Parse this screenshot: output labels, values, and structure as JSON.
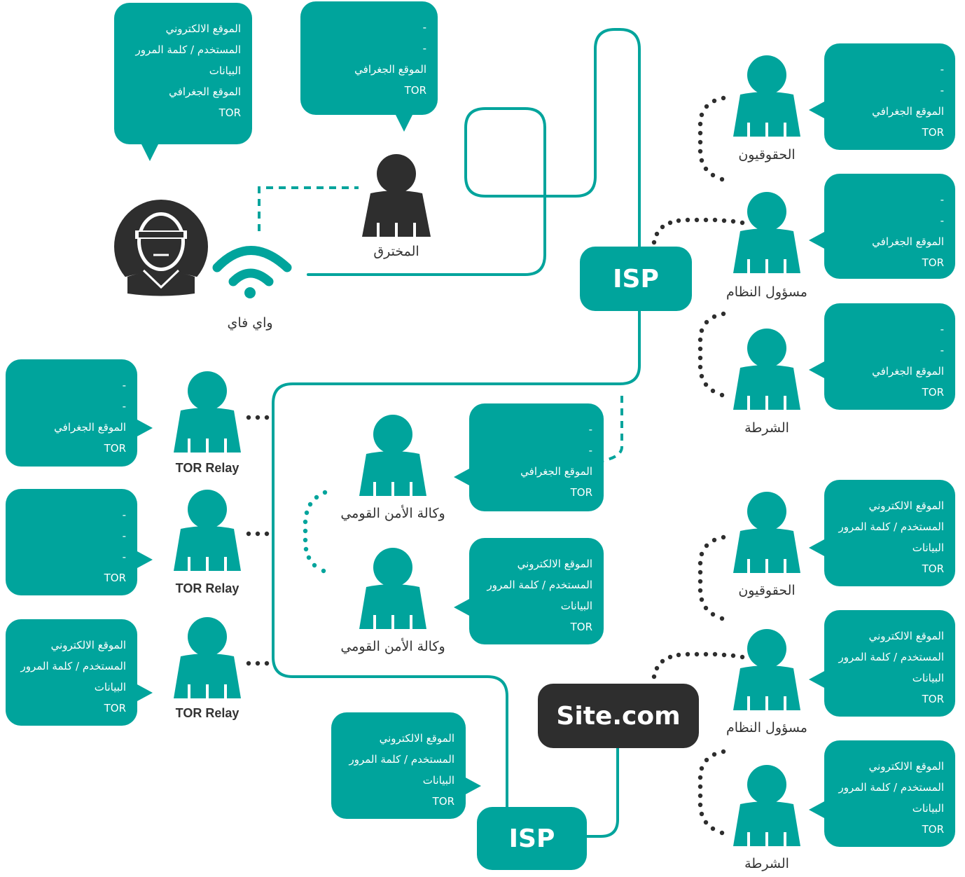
{
  "colors": {
    "teal": "#00a49c",
    "dark": "#2e2e2e",
    "text": "#333333"
  },
  "nodes": {
    "isp_top": "ISP",
    "isp_bottom": "ISP",
    "site": "Site.com"
  },
  "labels": {
    "wifi": "واي فاي",
    "hacker": "المخترق",
    "activists": "الحقوقيون",
    "sysadmin": "مسؤول النظام",
    "police": "الشرطة",
    "nsa": "وكالة الأمن القومي",
    "tor_relay": "TOR Relay"
  },
  "bubbles": {
    "top_left_full": [
      "الموقع الالكتروني",
      "المستخدم / كلمة المرور",
      "البيانات",
      "الموقع الجغرافي",
      "TOR"
    ],
    "hacker": [
      "-",
      "-",
      "الموقع الجغرافي",
      "TOR"
    ],
    "isp_activists": [
      "-",
      "-",
      "الموقع الجغرافي",
      "TOR"
    ],
    "isp_sysadmin": [
      "-",
      "-",
      "الموقع الجغرافي",
      "TOR"
    ],
    "isp_police": [
      "-",
      "-",
      "الموقع الجغرافي",
      "TOR"
    ],
    "relay1": [
      "-",
      "-",
      "الموقع الجغرافي",
      "TOR"
    ],
    "relay2": [
      "-",
      "-",
      "-",
      "TOR"
    ],
    "relay3": [
      "الموقع الالكتروني",
      "المستخدم / كلمة المرور",
      "البيانات",
      "TOR"
    ],
    "nsa1": [
      "-",
      "-",
      "الموقع الجغرافي",
      "TOR"
    ],
    "nsa2": [
      "الموقع الالكتروني",
      "المستخدم / كلمة المرور",
      "البيانات",
      "TOR"
    ],
    "site_activists": [
      "الموقع الالكتروني",
      "المستخدم / كلمة المرور",
      "البيانات",
      "TOR"
    ],
    "site_sysadmin": [
      "الموقع الالكتروني",
      "المستخدم / كلمة المرور",
      "البيانات",
      "TOR"
    ],
    "site_police": [
      "الموقع الالكتروني",
      "المستخدم / كلمة المرور",
      "البيانات",
      "TOR"
    ],
    "bottom_isp": [
      "الموقع الالكتروني",
      "المستخدم / كلمة المرور",
      "البيانات",
      "TOR"
    ]
  }
}
